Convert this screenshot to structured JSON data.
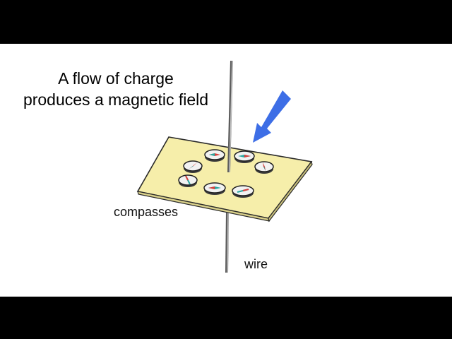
{
  "title": {
    "line1": "A flow of charge",
    "line2": "produces a magnetic field"
  },
  "labels": {
    "compasses": "compasses",
    "wire": "wire"
  },
  "colors": {
    "board": "#f6eeaa",
    "board_edge": "#2a2a2a",
    "arrow": "#3d6ee6",
    "needle_red": "#d8403c",
    "needle_teal": "#2aa6a0",
    "wire": "#6f6f6f",
    "letterbox": "#000000",
    "background": "#ffffff"
  },
  "icons": {
    "arrow": "down-left-arrow-icon",
    "compass": "compass-icon"
  }
}
